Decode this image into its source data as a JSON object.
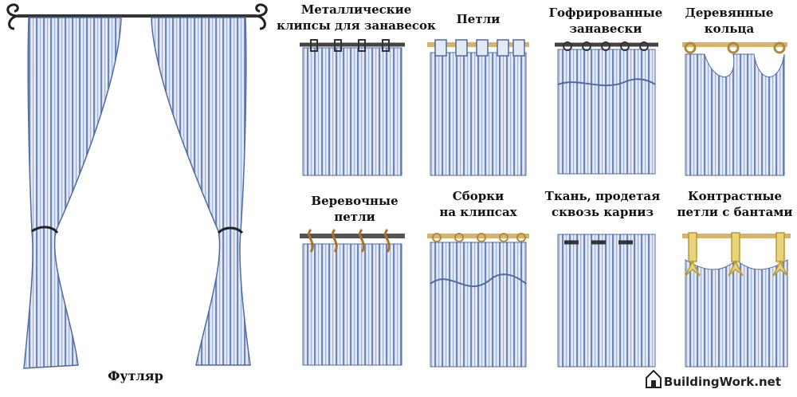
{
  "main_curtain": {
    "label": "Футляр"
  },
  "styles": [
    {
      "line1": "Металлические",
      "line2": "клипсы для занавесок"
    },
    {
      "line1": "Петли",
      "line2": ""
    },
    {
      "line1": "Гофрированные",
      "line2": "занавески"
    },
    {
      "line1": "Деревянные",
      "line2": "кольца"
    },
    {
      "line1": "Веревочные",
      "line2": "петли"
    },
    {
      "line1": "Сборки",
      "line2": "на клипсах"
    },
    {
      "line1": "Ткань, продетая",
      "line2": "сквозь карниз"
    },
    {
      "line1": "Контрастные",
      "line2": "петли с бантами"
    }
  ],
  "watermark": {
    "text": "BuildingWork.net"
  },
  "colors": {
    "fabric": "#dfe7f4",
    "stripe": "#6f86b8",
    "rod_metal": "#3a3a3a",
    "rod_wood": "#d9b36a",
    "ribbon": "#e8d27a"
  }
}
